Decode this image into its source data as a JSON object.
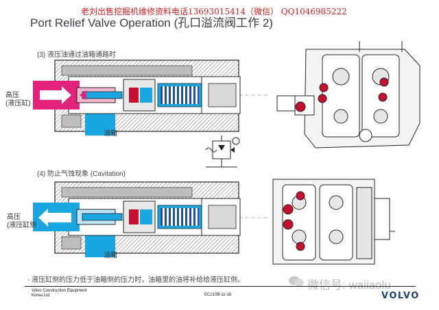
{
  "watermark_top": "老刘出售挖掘机维修资料电话13693015414（微信）   QQ1046985222",
  "title": "Port Relief Valve Operation (孔口溢流阀工作 2)",
  "section3": {
    "heading": "(3) 液压油通过油箱通路时",
    "high_pressure_line1": "高压",
    "high_pressure_line2": "(液压缸)",
    "tank_label": "油箱"
  },
  "section4": {
    "heading": "(4) 防止气蚀现象 (Cavitation)",
    "high_pressure_line1": "高压",
    "high_pressure_line2": "(液压缸侧",
    "tank_label": "油箱"
  },
  "note": "- 液压缸侧的压力低于油箱侧的压力时，油箱里的油将补给给液压缸侧。",
  "footer": {
    "company_line1": "Volvo Construction Equipment",
    "company_line2": "Korea Ltd.",
    "page_ref": "EC210B-11-16",
    "brand": "VOLVO"
  },
  "wechat_watermark": "微信号: waiiaolu",
  "colors": {
    "high_pressure": "#e4217b",
    "low_pressure": "#1aa6e0",
    "relief_port": "#c8102e",
    "spring_blue": "#1c4fa0",
    "steel_dark": "#2a2a2a",
    "watermark_red": "#d21e1e",
    "brand_blue": "#1d3f7a"
  },
  "icons": [
    "hydraulic-symbol-icon",
    "arrow-icon",
    "wechat-icon"
  ]
}
